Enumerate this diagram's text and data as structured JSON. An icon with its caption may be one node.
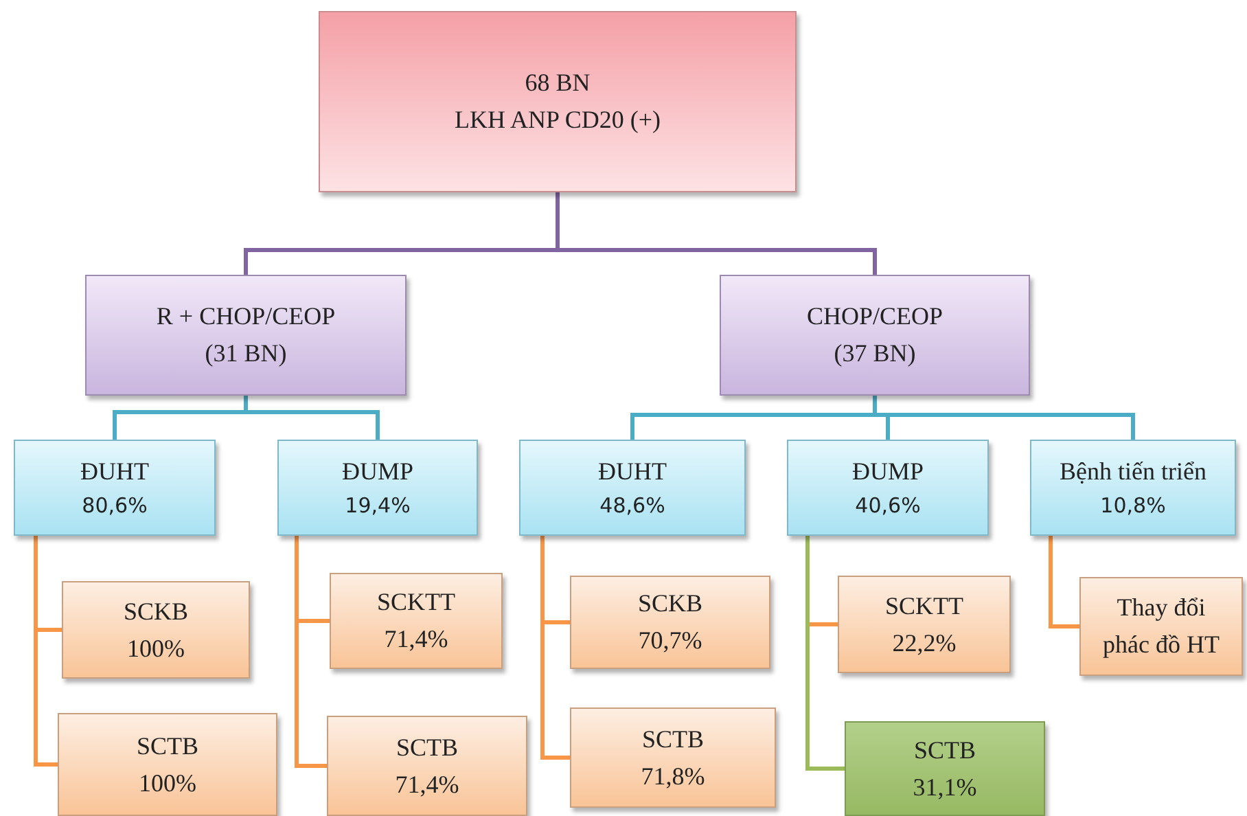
{
  "diagram": {
    "nodes": [
      {
        "text": [
          "68 BN",
          "LKH ANP CD20 (+)"
        ]
      },
      {
        "text": [
          "R + CHOP/CEOP",
          "(31 BN)"
        ]
      },
      {
        "text": [
          "CHOP/CEOP",
          "(37 BN)"
        ]
      },
      {
        "text": [
          "ĐUHT",
          "80,6%"
        ]
      },
      {
        "text": [
          "ĐUMP",
          "19,4%"
        ]
      },
      {
        "text": [
          "ĐUHT",
          "48,6%"
        ]
      },
      {
        "text": [
          "ĐUMP",
          "40,6%"
        ]
      },
      {
        "text": [
          "Bệnh tiến triển",
          "10,8%"
        ]
      },
      {
        "text": [
          "SCKB",
          "100%"
        ]
      },
      {
        "text": [
          "SCTB",
          "100%"
        ]
      },
      {
        "text": [
          "SCKTT",
          "71,4%"
        ]
      },
      {
        "text": [
          "SCTB",
          "71,4%"
        ]
      },
      {
        "text": [
          "SCKB",
          "70,7%"
        ]
      },
      {
        "text": [
          "SCTB",
          "71,8%"
        ]
      },
      {
        "text": [
          "SCKTT",
          "22,2%"
        ]
      },
      {
        "text": [
          "SCTB",
          "31,1%"
        ]
      },
      {
        "text": [
          "Thay đổi phác đồ HT"
        ]
      }
    ],
    "edges": [
      {
        "from": 0,
        "to": 1,
        "arrow": "none",
        "color": "#8064a2"
      },
      {
        "from": 0,
        "to": 2,
        "arrow": "none",
        "color": "#8064a2"
      },
      {
        "from": 1,
        "to": 3,
        "arrow": "none",
        "color": "#4bacc6"
      },
      {
        "from": 1,
        "to": 4,
        "arrow": "none",
        "color": "#4bacc6"
      },
      {
        "from": 2,
        "to": 5,
        "arrow": "none",
        "color": "#4bacc6"
      },
      {
        "from": 2,
        "to": 6,
        "arrow": "none",
        "color": "#4bacc6"
      },
      {
        "from": 2,
        "to": 7,
        "arrow": "none",
        "color": "#4bacc6"
      },
      {
        "from": 3,
        "to": 8,
        "arrow": "none"
      },
      {
        "from": 3,
        "to": 9,
        "arrow": "none"
      },
      {
        "from": 4,
        "to": 10,
        "arrow": "none"
      },
      {
        "from": 4,
        "to": 11,
        "arrow": "none"
      },
      {
        "from": 5,
        "to": 12,
        "arrow": "none"
      },
      {
        "from": 5,
        "to": 13,
        "arrow": "none"
      },
      {
        "from": 6,
        "to": 14,
        "arrow": "none"
      },
      {
        "from": 6,
        "to": 15,
        "arrow": "none",
        "color": "#9bbb59"
      },
      {
        "from": 7,
        "to": 16,
        "arrow": "none"
      }
    ]
  }
}
